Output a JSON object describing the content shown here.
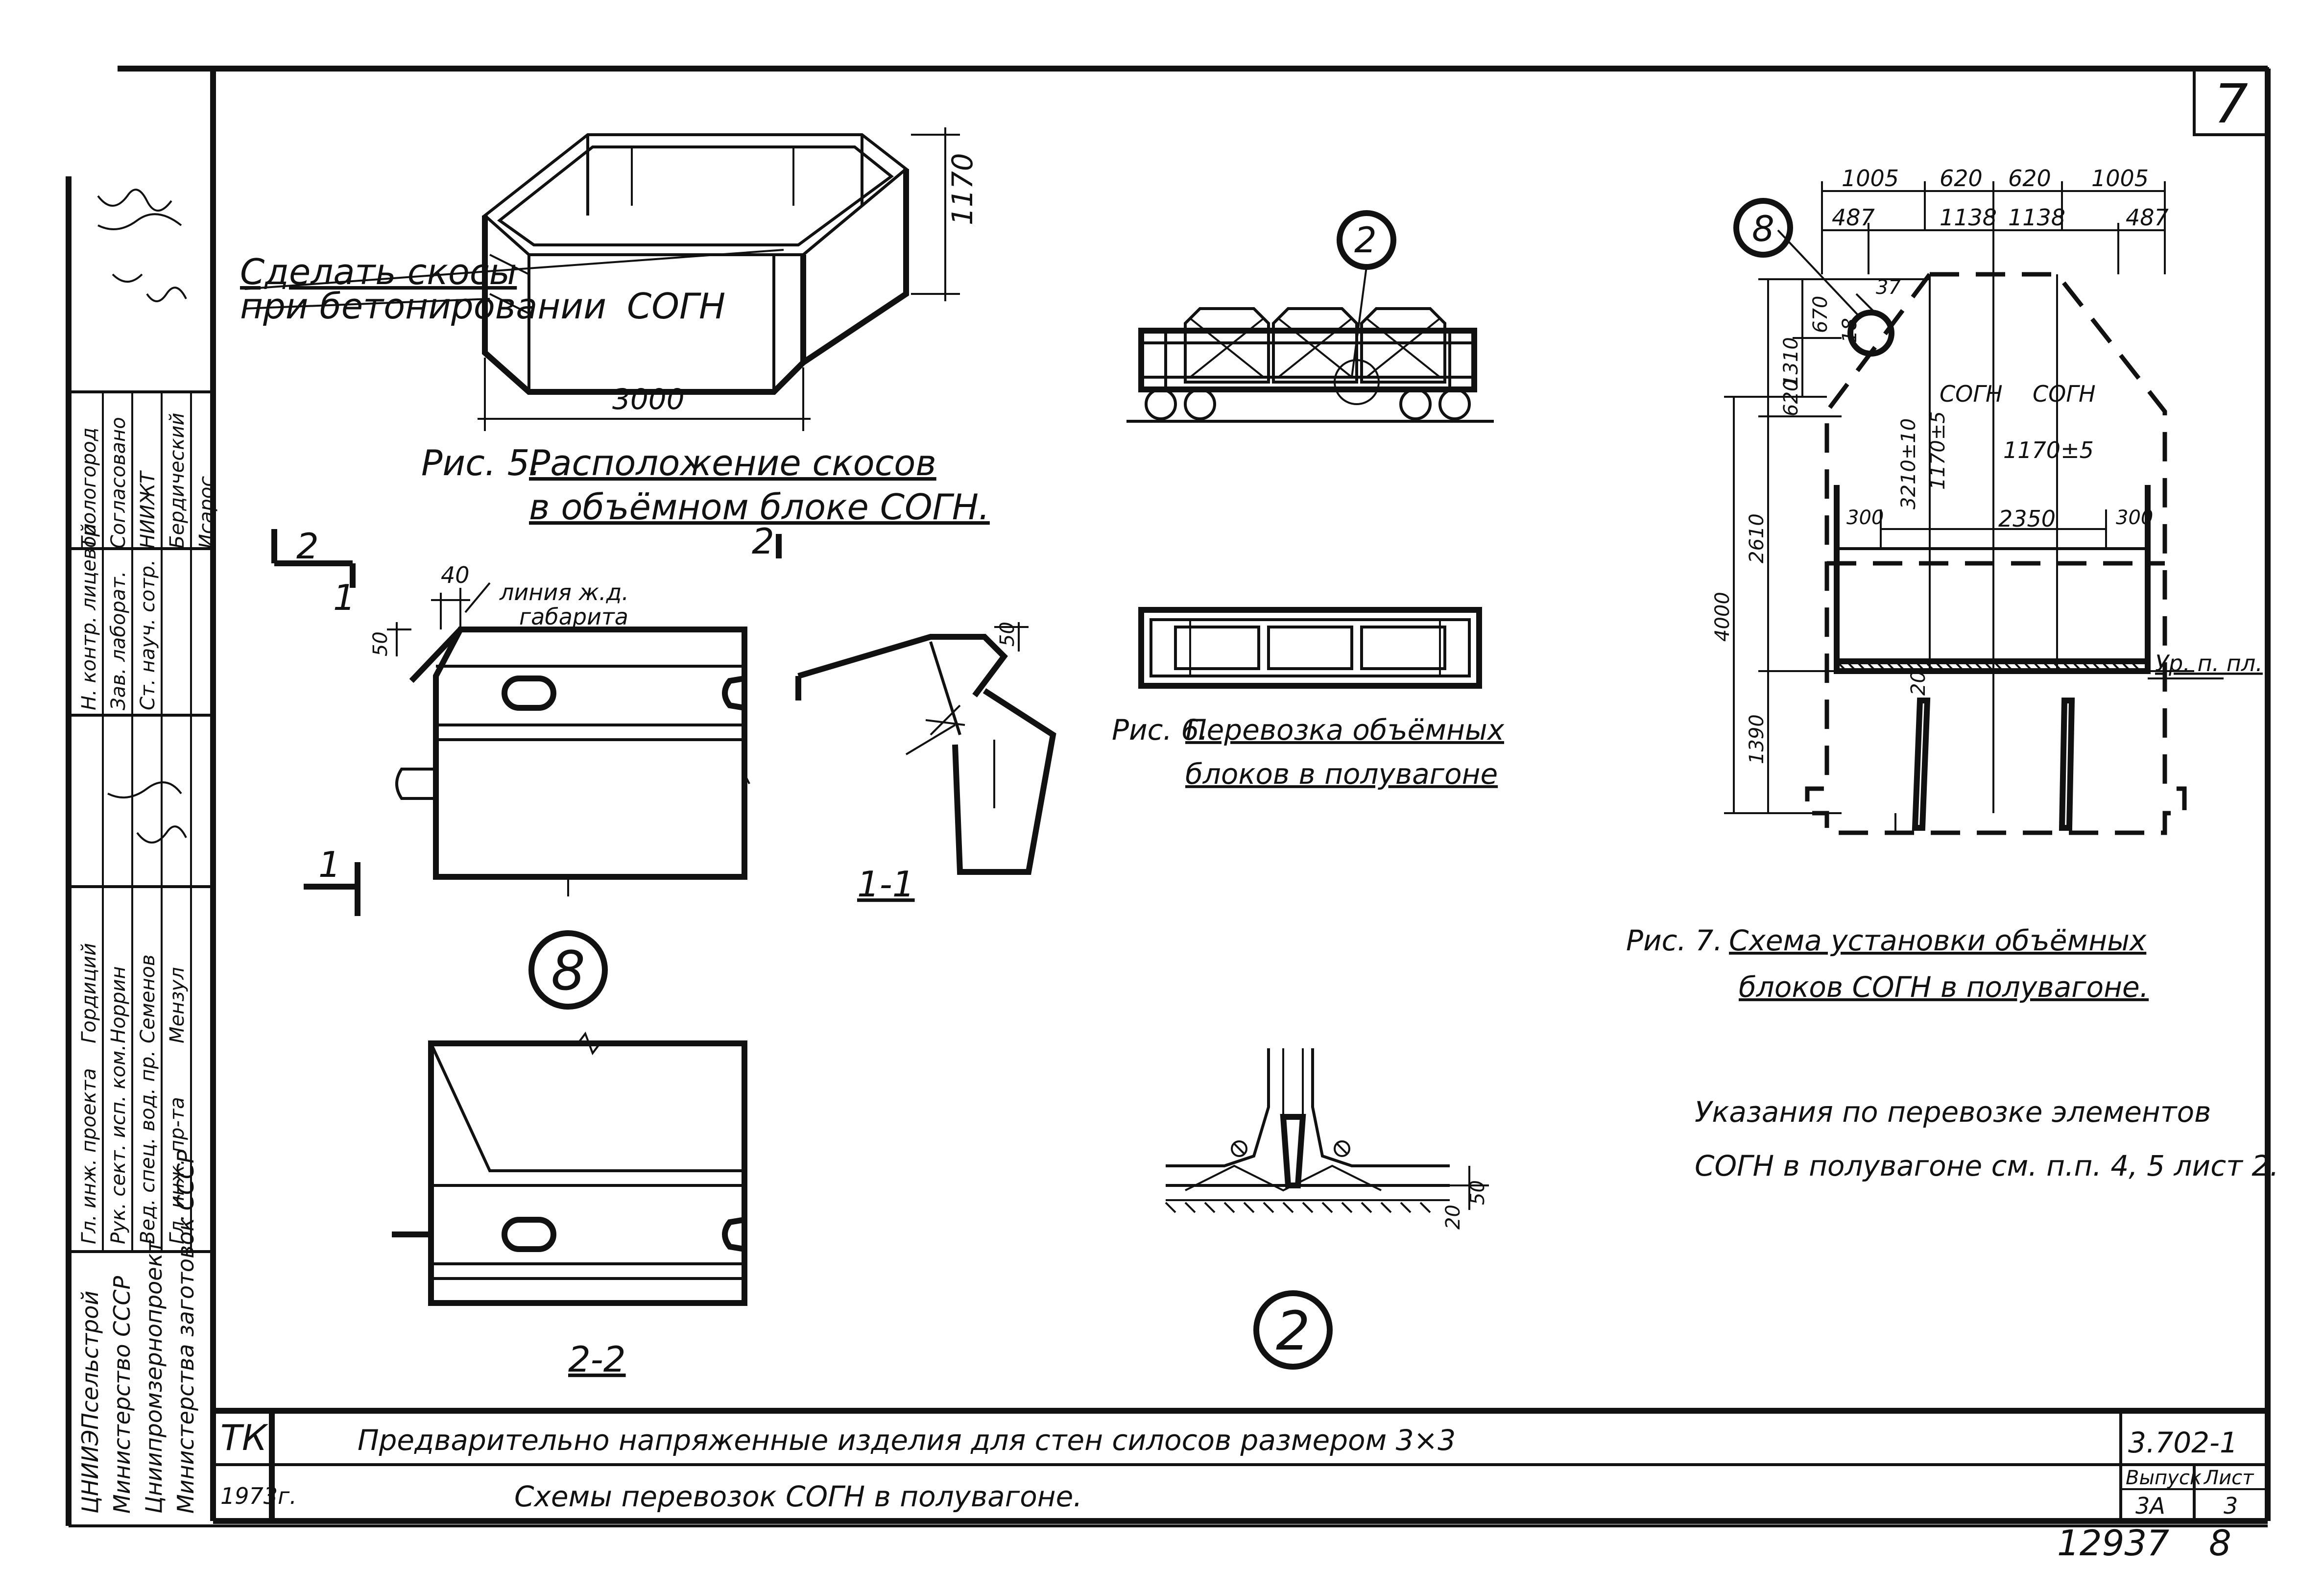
{
  "sheet": {
    "number_top_right": "7",
    "bottom_numbers": {
      "left": "12937",
      "right": "8"
    }
  },
  "fig5": {
    "caption_prefix": "Рис. 5.",
    "caption_line1": "Расположение скосов",
    "caption_line2": "в объёмном блоке СОГН.",
    "block_label": "СОГН",
    "note_line1": "Сделать скосы",
    "note_line2": "при бетонировании",
    "dim_width": "3000",
    "dim_height": "1170"
  },
  "detail8": {
    "callout": "8",
    "section_mark": "1",
    "section_mark2": "2",
    "gauge_line1": "линия ж.д.",
    "gauge_line2": "габарита",
    "dim_40": "40",
    "dim_50": "50",
    "dim_50b": "50",
    "section_1_1": "1-1",
    "section_2_2": "2-2"
  },
  "fig6": {
    "callout": "2",
    "caption_prefix": "Рис. 6.",
    "caption_line1": "Перевозка объёмных",
    "caption_line2": "блоков в полувагоне"
  },
  "detail2": {
    "callout": "2",
    "dim_50": "50",
    "dim_20": "20"
  },
  "fig7": {
    "callout": "8",
    "caption_prefix": "Рис. 7.",
    "caption_line1": "Схема установки объёмных",
    "caption_line2": "блоков СОГН в полувагоне.",
    "dims_top": [
      "1005",
      "620",
      "620",
      "1005"
    ],
    "dims_second": [
      "487",
      "1138",
      "1138",
      "487"
    ],
    "label_left": "СОГН",
    "label_right": "СОГН",
    "height_left": "1170±5",
    "height_right": "1170±5",
    "height_total": "3210±10",
    "wagon_dims": [
      "300",
      "2350",
      "300"
    ],
    "level_label": "Ур. п. пл.",
    "dims_left": [
      "1310",
      "670",
      "620",
      "2610",
      "1390",
      "4000"
    ],
    "dim_18": "18",
    "dim_37": "37",
    "dim_20": "20"
  },
  "instructions": {
    "line1": "Указания по перевозке элементов",
    "line2": "СОГН в полувагоне см. п.п. 4, 5 лист 2."
  },
  "title_block": {
    "code": "ТК",
    "year": "1973г.",
    "title_line1": "Предварительно напряженные изделия для стен силосов размером 3×3",
    "title_line2": "Схемы перевозок СОГН в полувагоне.",
    "series": "3.702-1",
    "issue_label": "Выпуск",
    "issue": "3А",
    "sheet_label": "Лист",
    "sheet": "3"
  },
  "side_stamp": {
    "orgs": [
      "ЦНИИЭПсельстрой",
      "Министерство СССР",
      "Цниипромзернопроект",
      "Министерства заготовок СССР"
    ],
    "roles": [
      "Гл. инж. проекта",
      "Рук. сект. исп. ком.",
      "Вед. спец. вод. пр.",
      "Гл. инж. пр-та"
    ],
    "names": [
      "Гордиций",
      "Норрин",
      "Семенов",
      "Мензул"
    ],
    "approvals": [
      "Н. контр. лицевой",
      "Зав. лаборат.",
      "Ст. науч. сотр.",
      "Трологород",
      "Согласовано",
      "НИИЖТ",
      "Бердический",
      "Исарос"
    ]
  }
}
